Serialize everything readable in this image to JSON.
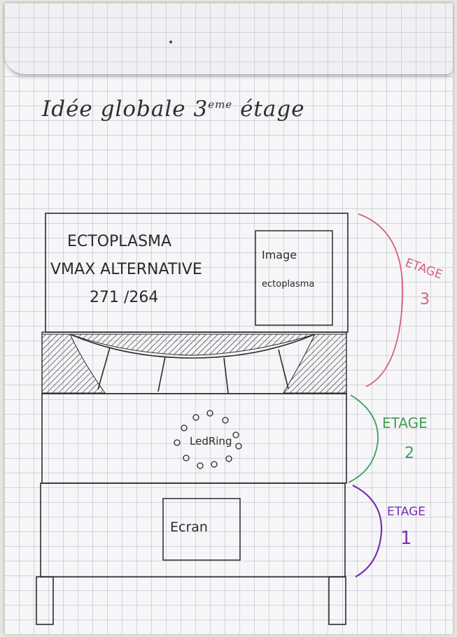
{
  "page": {
    "title_main": "Idée globale 3",
    "title_sup": "eme",
    "title_end": " étage"
  },
  "etage3": {
    "line1": "ECTOPLASMA",
    "line2": "VMAX ALTERNATIVE",
    "line3": "271 /264",
    "image_line1": "Image",
    "image_line2": "ectoplasma",
    "label_word": "ETAGE",
    "label_num": "3",
    "color": "#d9607a"
  },
  "etage2": {
    "center_label": "LedRing",
    "label_word": "ETAGE",
    "label_num": "2",
    "color": "#3f9e55"
  },
  "etage1": {
    "screen_label": "Ecran",
    "label_word": "ETAGE",
    "label_num": "1",
    "color": "#7a2fb0"
  },
  "ink_color": "#2b2b2b"
}
